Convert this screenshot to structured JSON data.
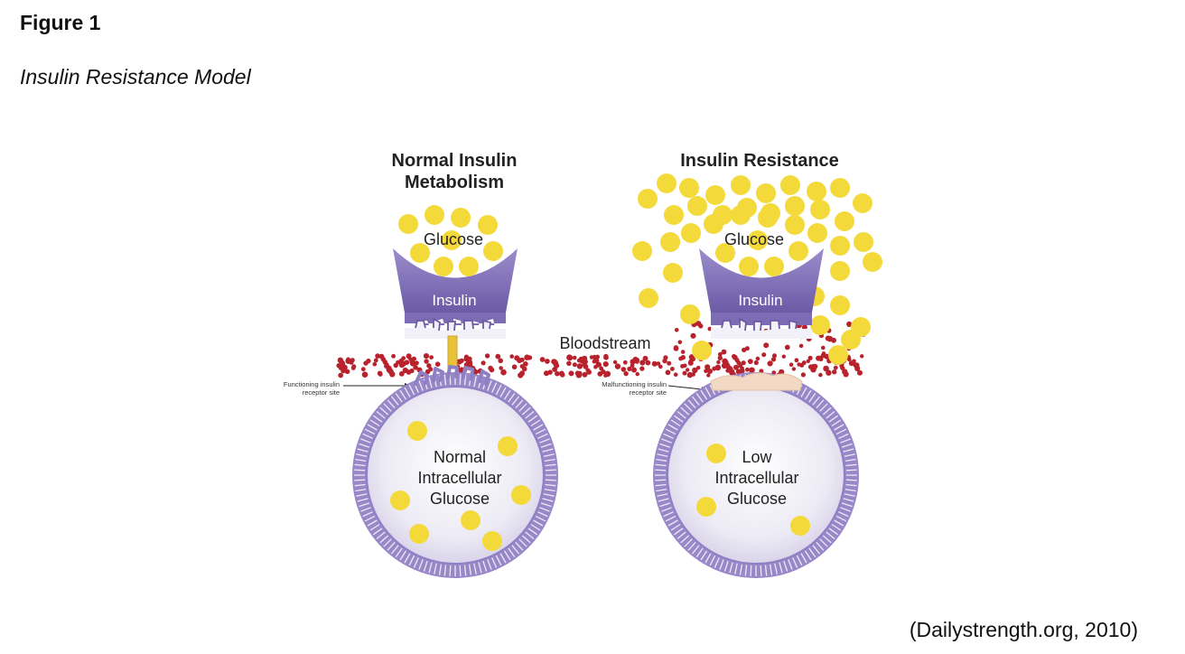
{
  "figure": {
    "label": "Figure 1",
    "title": "Insulin Resistance Model",
    "citation": "(Dailystrength.org, 2010)"
  },
  "diagram": {
    "left_heading_line1": "Normal Insulin",
    "left_heading_line2": "Metabolism",
    "right_heading": "Insulin Resistance",
    "glucose_label": "Glucose",
    "insulin_label": "Insulin",
    "bloodstream_label": "Bloodstream",
    "functioning_receptor_line1": "Functioning insulin",
    "functioning_receptor_line2": "receptor site",
    "malfunctioning_receptor_line1": "Malfunctioning insulin",
    "malfunctioning_receptor_line2": "receptor site",
    "left_cell_line1": "Normal",
    "left_cell_line2": "Intracellular",
    "left_cell_line3": "Glucose",
    "right_cell_line1": "Low",
    "right_cell_line2": "Intracellular",
    "right_cell_line3": "Glucose"
  },
  "colors": {
    "glucose": "#f4d93a",
    "insulin": "#7d6cb4",
    "blood_cells": "#b8222c",
    "cell_membrane": "#8f7fc4"
  }
}
